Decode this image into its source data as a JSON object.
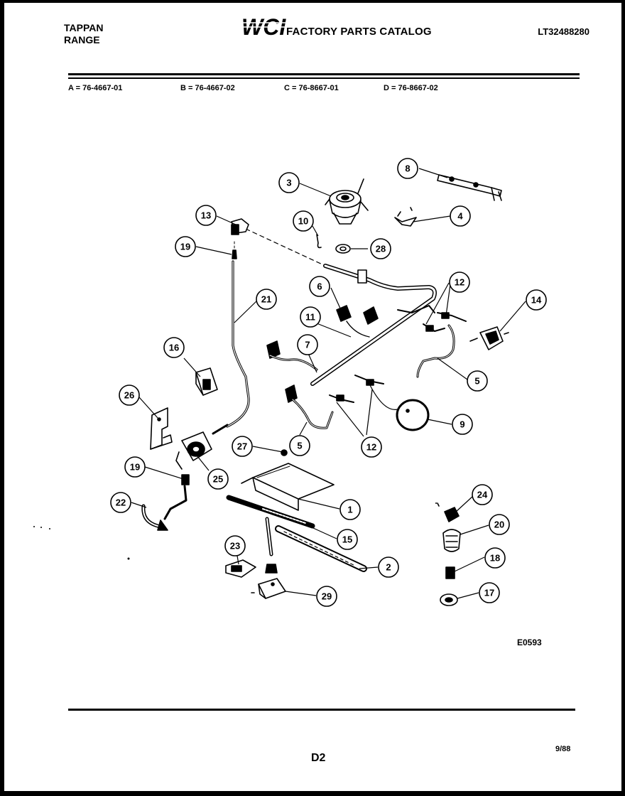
{
  "header": {
    "brand_line1": "TAPPAN",
    "brand_line2": "RANGE",
    "logo_text": "WCI",
    "catalog_title": "FACTORY PARTS CATALOG",
    "catalog_number": "LT32488280"
  },
  "models": {
    "a": "A = 76-4667-01",
    "b": "B = 76-4667-02",
    "c": "C = 76-8667-01",
    "d": "D = 76-8667-02"
  },
  "callouts": {
    "c1": "1",
    "c2": "2",
    "c3": "3",
    "c4": "4",
    "c5a": "5",
    "c5b": "5",
    "c6": "6",
    "c7": "7",
    "c8": "8",
    "c9": "9",
    "c10": "10",
    "c11": "11",
    "c12a": "12",
    "c12b": "12",
    "c13": "13",
    "c14": "14",
    "c15": "15",
    "c16": "16",
    "c17": "17",
    "c18": "18",
    "c19a": "19",
    "c19b": "19",
    "c20": "20",
    "c21": "21",
    "c22": "22",
    "c23": "23",
    "c24": "24",
    "c25": "25",
    "c26": "26",
    "c27": "27",
    "c28": "28",
    "c29": "29"
  },
  "footer": {
    "drawing_code": "E0593",
    "page_number": "D2",
    "revision_date": "9/88"
  }
}
